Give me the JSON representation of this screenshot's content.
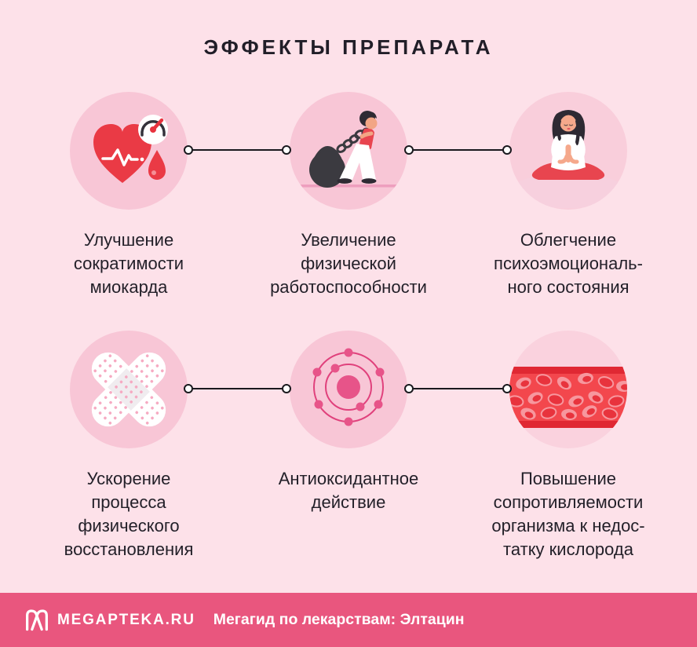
{
  "title": "ЭФФЕКТЫ ПРЕПАРАТА",
  "effects": [
    {
      "icon": "heart-cardiogram-gauge-icon",
      "label": "Улучшение\nсократимости\nмиокарда"
    },
    {
      "icon": "woman-dragging-kettlebell-icon",
      "label": "Увеличение\nфизической\nработоспособности"
    },
    {
      "icon": "meditating-woman-icon",
      "label": "Облегчение\nпсихоэмоциональ-\nного состояния"
    },
    {
      "icon": "crossed-bandages-icon",
      "label": "Ускорение\nпроцесса\nфизического\nвосстановления"
    },
    {
      "icon": "atom-orbits-icon",
      "label": "Антиоксидантное\nдействие"
    },
    {
      "icon": "blood-vessel-cells-icon",
      "label": "Повышение\nсопротивляемости\nорганизма к недос-\nтатку кислорода"
    }
  ],
  "footer": {
    "brand": "MEGAPTEKA.RU",
    "tagline": "Мегагид по лекарствам: Элтацин",
    "logo_icon": "megapteka-m-logo-icon"
  },
  "colors": {
    "page_background": "#FDE1E9",
    "icon_circle": "#F8C6D6",
    "title_text": "#211E28",
    "label_text": "#232029",
    "connector": "#1A191E",
    "footer_background": "#E9567E",
    "footer_text": "#FFFFFF",
    "accent_red": "#EA3A45",
    "accent_pink": "#E75489"
  }
}
